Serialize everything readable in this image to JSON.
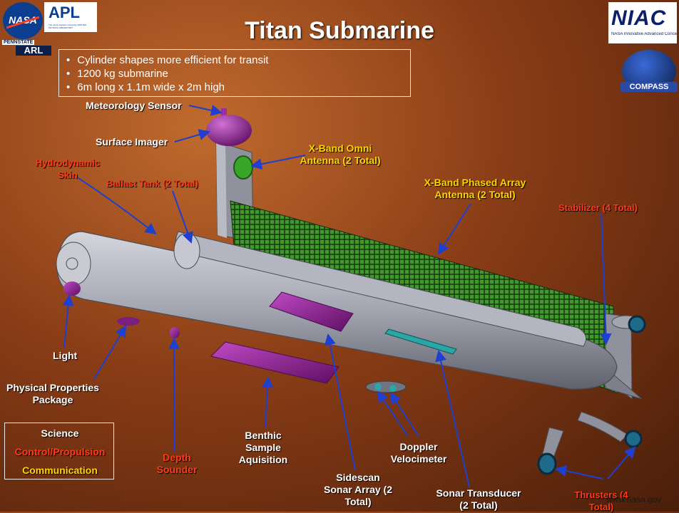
{
  "title": "Titan Submarine",
  "bullets": [
    "Cylinder shapes more efficient for transit",
    "1200 kg submarine",
    "6m long x 1.1m wide x 2m high"
  ],
  "logos": {
    "nasa": "NASA",
    "apl": "APL",
    "apl_sub": "The Johns Hopkins University APPLIED PHYSICS LABORATORY",
    "pennstate": "PENNSTATE",
    "arl": "ARL",
    "niac": "NIAC",
    "niac_sub": "NASA Innovative Advanced Concepts",
    "compass": "COMPASS"
  },
  "labels": {
    "meteorology_sensor": "Meteorology Sensor",
    "surface_imager": "Surface Imager",
    "hydrodynamic_skin": "Hydrodynamic Skin",
    "ballast_tank": "Ballast Tank (2 Total)",
    "xband_omni": "X-Band Omni Antenna (2 Total)",
    "xband_phased": "X-Band Phased Array Antenna (2 Total)",
    "stabilizer": "Stabilizer (4 Total)",
    "light": "Light",
    "physical_properties": "Physical Properties Package",
    "depth_sounder": "Depth Sounder",
    "benthic": "Benthic Sample Aquisition",
    "sidescan": "Sidescan Sonar Array (2 Total)",
    "doppler": "Doppler Velocimeter",
    "sonar_transducer": "Sonar Transducer (2 Total)",
    "thrusters": "Thrusters (4 Total)"
  },
  "legend": {
    "science": "Science",
    "control": "Control/Propulsion",
    "communication": "Communication"
  },
  "footer": "www.nasa.gov",
  "colors": {
    "science": "#ffffff",
    "control": "#ff3a1a",
    "communication": "#ffd400",
    "arrow": "#1e3fd0",
    "hull": "#a4a6b3",
    "purple": "#8a1e8e",
    "antenna": "#2f8a24"
  }
}
